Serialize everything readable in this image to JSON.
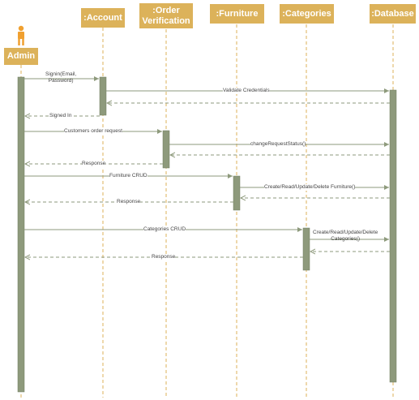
{
  "diagram": {
    "actor": {
      "label": "Admin"
    },
    "participants": [
      {
        "id": "account",
        "label": ":Account"
      },
      {
        "id": "order",
        "label": ":Order\nVerification"
      },
      {
        "id": "furniture",
        "label": ":Furniture"
      },
      {
        "id": "categories",
        "label": ":Categories"
      },
      {
        "id": "database",
        "label": ":Database"
      }
    ],
    "messages": [
      {
        "id": "signin",
        "from": "admin",
        "to": "account",
        "kind": "call",
        "label": "Signin(Email,\nPassword)"
      },
      {
        "id": "validate",
        "from": "account",
        "to": "database",
        "kind": "call",
        "label": "Validate Credentials"
      },
      {
        "id": "validate-return",
        "from": "database",
        "to": "account",
        "kind": "return",
        "label": ""
      },
      {
        "id": "signed-in",
        "from": "account",
        "to": "admin",
        "kind": "return",
        "label": "Signed In"
      },
      {
        "id": "order-request",
        "from": "admin",
        "to": "order",
        "kind": "call",
        "label": "Customers order request"
      },
      {
        "id": "change-status",
        "from": "order",
        "to": "database",
        "kind": "call",
        "label": "changeRequestStatus()"
      },
      {
        "id": "status-return",
        "from": "database",
        "to": "order",
        "kind": "return",
        "label": ""
      },
      {
        "id": "order-response",
        "from": "order",
        "to": "admin",
        "kind": "return",
        "label": "Response"
      },
      {
        "id": "furniture-crud",
        "from": "admin",
        "to": "furniture",
        "kind": "call",
        "label": "Furniture CRUD"
      },
      {
        "id": "furniture-db",
        "from": "furniture",
        "to": "database",
        "kind": "call",
        "label": "Create/Read/Update/Delete Furniture()"
      },
      {
        "id": "furniture-db-return",
        "from": "database",
        "to": "furniture",
        "kind": "return",
        "label": ""
      },
      {
        "id": "furniture-response",
        "from": "furniture",
        "to": "admin",
        "kind": "return",
        "label": "Response"
      },
      {
        "id": "categories-crud",
        "from": "admin",
        "to": "categories",
        "kind": "call",
        "label": "Categories CRUD"
      },
      {
        "id": "categories-db",
        "from": "categories",
        "to": "database",
        "kind": "call",
        "label": "Create/Read/Update/Delete\nCategories()"
      },
      {
        "id": "categories-db-return",
        "from": "database",
        "to": "categories",
        "kind": "return",
        "label": ""
      },
      {
        "id": "categories-response",
        "from": "categories",
        "to": "admin",
        "kind": "return",
        "label": "Response"
      }
    ],
    "colors": {
      "header_fill": "#dcb25a",
      "header_text": "#ffffff",
      "lifeline": "#dcb25a",
      "activation_fill": "#8e9a7c",
      "activation_stroke": "#6f7a5f",
      "message_line": "#8e9a7c",
      "actor_icon": "#f0a030"
    }
  }
}
